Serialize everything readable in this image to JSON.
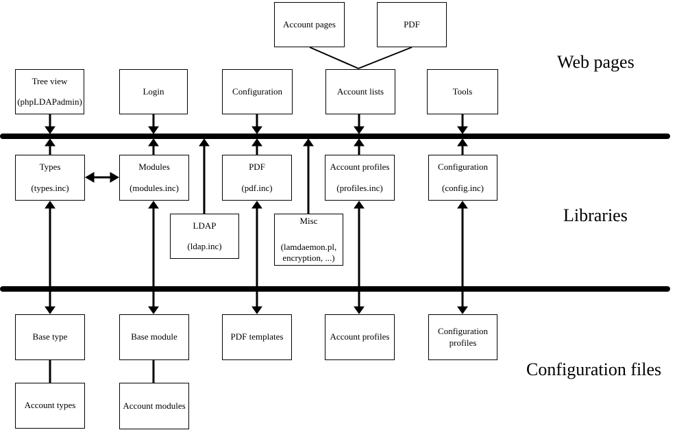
{
  "sections": {
    "web_pages": "Web pages",
    "libraries": "Libraries",
    "configuration_files": "Configuration files"
  },
  "nodes": {
    "account_pages": {
      "label": "Account pages"
    },
    "pdf_page": {
      "label": "PDF"
    },
    "tree_view": {
      "label": "Tree view",
      "sublabel": "(phpLDAPadmin)"
    },
    "login": {
      "label": "Login"
    },
    "configuration_page": {
      "label": "Configuration"
    },
    "account_lists": {
      "label": "Account lists"
    },
    "tools": {
      "label": "Tools"
    },
    "types": {
      "label": "Types",
      "sublabel": "(types.inc)"
    },
    "modules": {
      "label": "Modules",
      "sublabel": "(modules.inc)"
    },
    "pdf_lib": {
      "label": "PDF",
      "sublabel": "(pdf.inc)"
    },
    "account_profiles_lib": {
      "label": "Account profiles",
      "sublabel": "(profiles.inc)"
    },
    "configuration_lib": {
      "label": "Configuration",
      "sublabel": "(config.inc)"
    },
    "ldap": {
      "label": "LDAP",
      "sublabel": "(ldap.inc)"
    },
    "misc": {
      "label": "Misc",
      "sublabel": "(lamdaemon.pl, encryption, ...)"
    },
    "base_type": {
      "label": "Base type"
    },
    "base_module": {
      "label": "Base module"
    },
    "pdf_templates": {
      "label": "PDF templates"
    },
    "account_profiles_files": {
      "label": "Account profiles"
    },
    "configuration_profiles": {
      "label": "Configuration",
      "sublabel": "profiles"
    },
    "account_types": {
      "label": "Account types"
    },
    "account_modules": {
      "label": "Account modules"
    }
  },
  "edges": [
    {
      "from": "account_pages",
      "to": "account_lists",
      "style": "plain-line"
    },
    {
      "from": "pdf_page",
      "to": "account_lists",
      "style": "plain-line"
    },
    {
      "from": "tree_view",
      "to": "web_library_bus",
      "style": "arrow-into-bus"
    },
    {
      "from": "login",
      "to": "web_library_bus",
      "style": "arrow-into-bus"
    },
    {
      "from": "configuration_page",
      "to": "web_library_bus",
      "style": "arrow-into-bus"
    },
    {
      "from": "account_lists",
      "to": "web_library_bus",
      "style": "arrow-into-bus"
    },
    {
      "from": "tools",
      "to": "web_library_bus",
      "style": "arrow-into-bus"
    },
    {
      "from": "types",
      "to": "web_library_bus",
      "style": "arrow-into-bus"
    },
    {
      "from": "modules",
      "to": "web_library_bus",
      "style": "arrow-into-bus"
    },
    {
      "from": "pdf_lib",
      "to": "web_library_bus",
      "style": "arrow-into-bus"
    },
    {
      "from": "account_profiles_lib",
      "to": "web_library_bus",
      "style": "arrow-into-bus"
    },
    {
      "from": "configuration_lib",
      "to": "web_library_bus",
      "style": "arrow-into-bus"
    },
    {
      "from": "ldap",
      "to": "web_library_bus",
      "style": "arrow-into-bus"
    },
    {
      "from": "misc",
      "to": "web_library_bus",
      "style": "arrow-into-bus"
    },
    {
      "from": "types",
      "to": "modules",
      "style": "double-arrow"
    },
    {
      "from": "types",
      "to": "base_type",
      "style": "double-arrow"
    },
    {
      "from": "modules",
      "to": "base_module",
      "style": "double-arrow"
    },
    {
      "from": "pdf_lib",
      "to": "pdf_templates",
      "style": "double-arrow"
    },
    {
      "from": "account_profiles_lib",
      "to": "account_profiles_files",
      "style": "double-arrow"
    },
    {
      "from": "configuration_lib",
      "to": "configuration_profiles",
      "style": "double-arrow"
    },
    {
      "from": "base_type",
      "to": "account_types",
      "style": "plain-line"
    },
    {
      "from": "base_module",
      "to": "account_modules",
      "style": "plain-line"
    }
  ],
  "colors": {
    "ink": "#000000",
    "background": "#ffffff"
  }
}
